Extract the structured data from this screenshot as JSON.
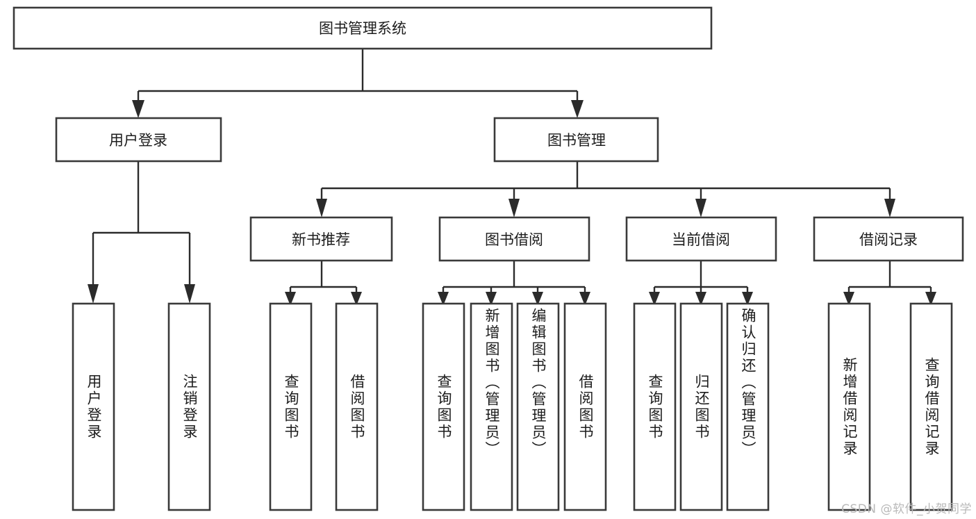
{
  "diagram": {
    "type": "tree-hierarchy",
    "title": "图书管理系统",
    "orientation": "top-down",
    "colors": {
      "box_stroke": "#3a3a3a",
      "box_fill": "#ffffff",
      "connector": "#2b2b2b",
      "text": "#1c1c1c",
      "watermark": "#b9b9b9",
      "background": "#ffffff"
    },
    "root": {
      "label": "图书管理系统"
    },
    "level2": [
      {
        "label": "用户登录"
      },
      {
        "label": "图书管理"
      }
    ],
    "level3": [
      {
        "label": "新书推荐"
      },
      {
        "label": "图书借阅"
      },
      {
        "label": "当前借阅"
      },
      {
        "label": "借阅记录"
      }
    ],
    "leaves": {
      "user_login": [
        {
          "label": "用户登录"
        },
        {
          "label": "注销登录"
        }
      ],
      "new_book_recommend": [
        {
          "label": "查询图书"
        },
        {
          "label": "借阅图书"
        }
      ],
      "book_borrow": [
        {
          "label": "查询图书"
        },
        {
          "label": "新增图书（管理员）"
        },
        {
          "label": "编辑图书（管理员）"
        },
        {
          "label": "借阅图书"
        }
      ],
      "current_borrow": [
        {
          "label": "查询图书"
        },
        {
          "label": "归还图书"
        },
        {
          "label": "确认归还（管理员）"
        }
      ],
      "borrow_record": [
        {
          "label": "新增借阅记录"
        },
        {
          "label": "查询借阅记录"
        }
      ]
    },
    "watermark": "CSDN @软件_小贺同学"
  }
}
